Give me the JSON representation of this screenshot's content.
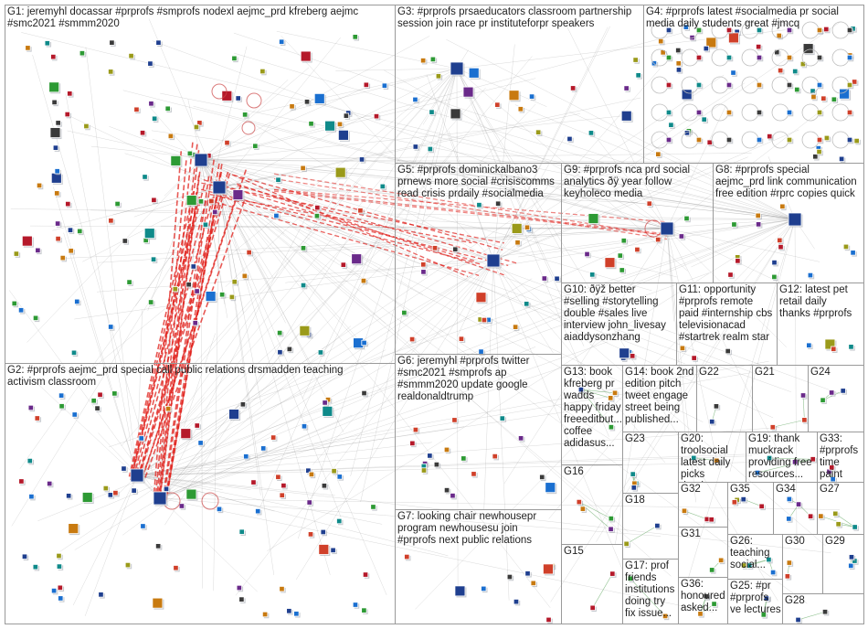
{
  "graph": {
    "title": "",
    "groups": [
      {
        "id": "G1",
        "label": "G1: jeremyhl docassar #prprofs #smprofs nodexl aejmc_prd kfreberg aejmc\n#smc2021 #smmm2020"
      },
      {
        "id": "G2",
        "label": "G2: #prprofs aejmc_prd special call public relations drsmadden teaching\nactivism classroom"
      },
      {
        "id": "G3",
        "label": "G3: #prprofs prsaeducators classroom partnership\nsession join race pr instituteforpr speakers"
      },
      {
        "id": "G4",
        "label": "G4: #prprofs latest #socialmedia pr social\nmedia daily students great #jmcq"
      },
      {
        "id": "G5",
        "label": "G5: #prprofs dominickalbano3\nprnews more social #crisiscomms\nread crisis prdaily #socialmedia"
      },
      {
        "id": "G6",
        "label": "G6: jeremyhl #prprofs twitter\n#smc2021 #smprofs ap\n#smmm2020 update google\nrealdonaldtrump"
      },
      {
        "id": "G7",
        "label": "G7: looking chair newhousepr\nprogram newhousesu join\n#prprofs next public relations"
      },
      {
        "id": "G8",
        "label": "G8: #prprofs special\naejmc_prd link communication\nfree edition #rprc copies quick"
      },
      {
        "id": "G9",
        "label": "G9: #prprofs nca prd social\nanalytics ðÿ year follow\nkeyholeco media"
      },
      {
        "id": "G10",
        "label": "G10: ðÿž better\n#selling #storytelling\ndouble #sales live\ninterview john_livesay\naiaddysonzhang"
      },
      {
        "id": "G11",
        "label": "G11: opportunity\n#prprofs remote\npaid #internship cbs\ntelevisionacad\n#startrek realm star"
      },
      {
        "id": "G12",
        "label": "G12: latest pet\nretail daily\nthanks #prprofs"
      },
      {
        "id": "G13",
        "label": "G13: book\nkfreberg pr\nwadds\nhappy friday\nfreeeditbut...\ncoffee\nadidasus..."
      },
      {
        "id": "G14",
        "label": "G14: book 2nd\nedition pitch\ntweet engage\nstreet being\npublished..."
      },
      {
        "id": "G15",
        "label": "G15"
      },
      {
        "id": "G16",
        "label": "G16"
      },
      {
        "id": "G17",
        "label": "G17: prof\nfriends\ninstitutions\ndoing try\nfix issue..."
      },
      {
        "id": "G18",
        "label": "G18"
      },
      {
        "id": "G19",
        "label": "G19: thank\nmuckrack\nproviding free\nresources..."
      },
      {
        "id": "G20",
        "label": "G20:\ntroolsocial\nlatest daily\npicks thanks..."
      },
      {
        "id": "G21",
        "label": "G21"
      },
      {
        "id": "G22",
        "label": "G22"
      },
      {
        "id": "G23",
        "label": "G23"
      },
      {
        "id": "G24",
        "label": "G24"
      },
      {
        "id": "G25",
        "label": "G25: #pr\n#prprofs\nve lectures"
      },
      {
        "id": "G26",
        "label": "G26:\nteaching\nsocial..."
      },
      {
        "id": "G27",
        "label": "G27"
      },
      {
        "id": "G28",
        "label": "G28"
      },
      {
        "id": "G29",
        "label": "G29"
      },
      {
        "id": "G30",
        "label": "G30"
      },
      {
        "id": "G31",
        "label": "G31"
      },
      {
        "id": "G32",
        "label": "G32"
      },
      {
        "id": "G33",
        "label": "G33:\n#prprofs\ntime\npaint"
      },
      {
        "id": "G34",
        "label": "G34"
      },
      {
        "id": "G35",
        "label": "G35"
      },
      {
        "id": "G36",
        "label": "G36:\nhonoured\nasked..."
      }
    ],
    "colors": {
      "edge": "#7a7a7a",
      "hub_edge": "#e0201b",
      "nodes": [
        "#1f3f8f",
        "#2d9a34",
        "#b5192a",
        "#0f8a8a",
        "#6a2a8a",
        "#c87a10",
        "#3a3a3a",
        "#1a6fd0",
        "#9a9a1a",
        "#d0402a"
      ]
    }
  }
}
